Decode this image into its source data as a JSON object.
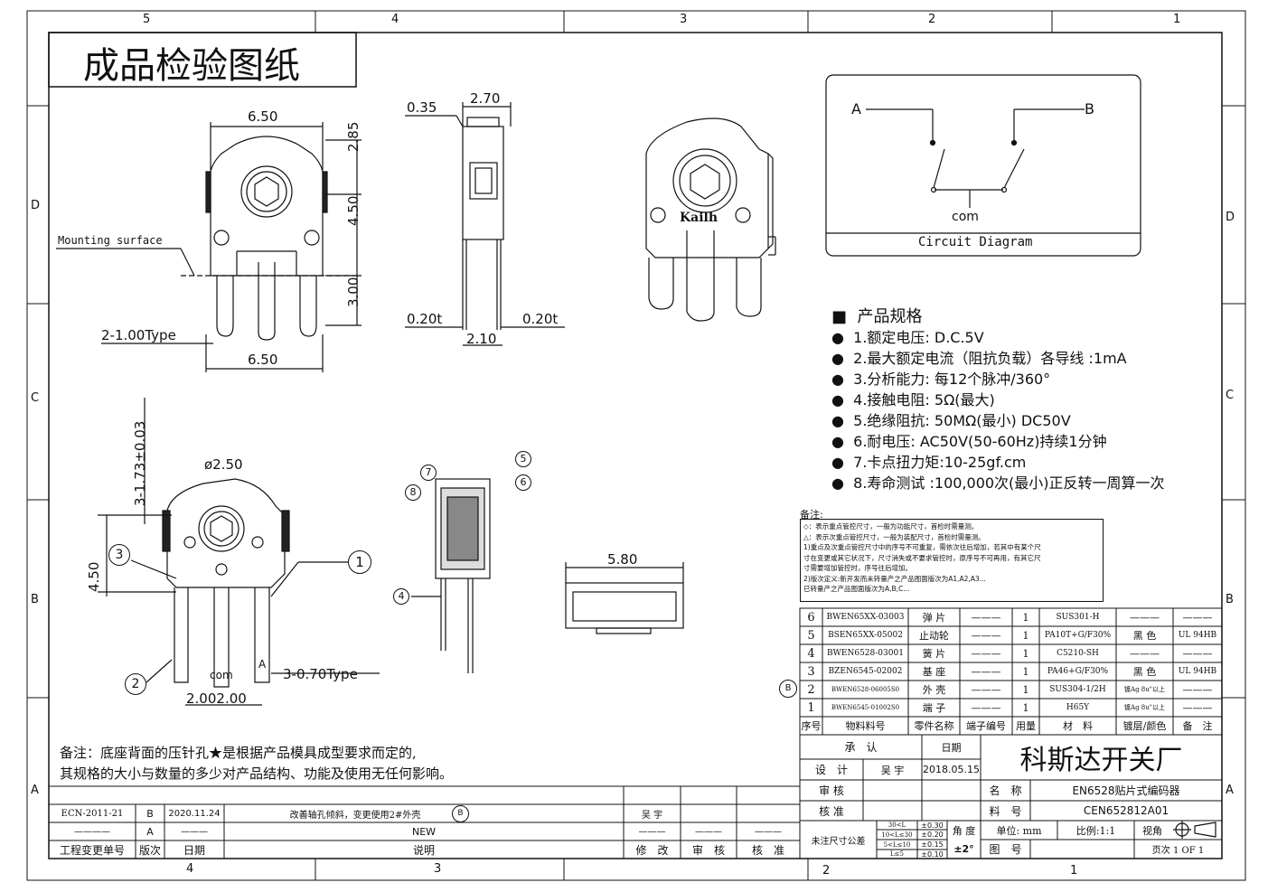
{
  "title": "成品检验图纸",
  "frame": {
    "col_labels": [
      "5",
      "4",
      "3",
      "2",
      "1"
    ],
    "col_labels_bottom": [
      "4",
      "3",
      "2",
      "1"
    ],
    "row_labels": [
      "D",
      "C",
      "B",
      "A"
    ]
  },
  "dimensions": {
    "front": {
      "width_top": "6.50",
      "height_top": "2.85",
      "height_mid": "4.50",
      "height_pins": "3.00",
      "pin_type": "2-1.00Type",
      "width_bottom": "6.50",
      "mounting": "Mounting surface"
    },
    "side": {
      "t1": "0.35",
      "w1": "2.70",
      "t2": "0.20t",
      "t3": "0.20t",
      "w2": "2.10"
    },
    "iso": {
      "h": "3-1.73±0.03",
      "d": "ø2.50",
      "h2": "4.50",
      "pin_type": "3-0.70Type",
      "w": "2.002.00",
      "com": "com",
      "a": "A"
    },
    "bottom": {
      "w": "5.80"
    },
    "brand": "Kailh"
  },
  "callouts": [
    "1",
    "2",
    "3",
    "4",
    "5",
    "6",
    "7",
    "8"
  ],
  "circuit": {
    "a": "A",
    "b": "B",
    "com": "com",
    "caption": "Circuit Diagram"
  },
  "specs": {
    "heading": "产品规格",
    "items": [
      "1.额定电压:  D.C.5V",
      "2.最大额定电流（阻抗负载）各导线 :1mA",
      "3.分析能力:  每12个脉冲/360°",
      "4.接触电阻:  5Ω(最大)",
      "5.绝缘阻抗:  50MΩ(最小) DC50V",
      "6.耐电压:  AC50V(50-60Hz)持续1分钟",
      "7.卡点扭力矩:10-25gf.cm",
      "8.寿命测试 :100,000次(最小)正反转一周算一次"
    ]
  },
  "notes": {
    "label": "备注:",
    "line1": "◇：表示重点管控尺寸，一般为功能尺寸，首检时需量测。",
    "line2": "△：表示次重点管控尺寸，一般为装配尺寸，首检时需量测。",
    "line3": "1)重点及次重点管控尺寸中的序号不可重复，需依次往后增加，若其中有某个尺",
    "line4": "寸在变更或其它状况下，尺寸消失或不要求管控时，原序号不可再用，有其它尺",
    "line5": "寸需要增加管控时，序号往后增加。",
    "line6": "2)版次定义:新开发而未转量产之产品图面版次为A1,A2,A3...",
    "line7": "已转量产之产品图面版次为A,B,C..."
  },
  "bom": {
    "headers": [
      "序号",
      "物料料号",
      "零件名称",
      "端子编号",
      "用量",
      "材　料",
      "镀层/颜色",
      "备　注"
    ],
    "rows": [
      {
        "no": "6",
        "part": "BWEN65XX-03003",
        "name": "弹 片",
        "term": "———",
        "qty": "1",
        "mat": "SUS301-H",
        "color": "———",
        "note": "———"
      },
      {
        "no": "5",
        "part": "BSEN65XX-05002",
        "name": "止动轮",
        "term": "———",
        "qty": "1",
        "mat": "PA10T+G/F30%",
        "color": "黑 色",
        "note": "UL 94HB"
      },
      {
        "no": "4",
        "part": "BWEN6528-03001",
        "name": "簧 片",
        "term": "———",
        "qty": "1",
        "mat": "C5210-SH",
        "color": "———",
        "note": "———"
      },
      {
        "no": "3",
        "part": "BZEN6545-02002",
        "name": "基 座",
        "term": "———",
        "qty": "1",
        "mat": "PA46+G/F30%",
        "color": "黑 色",
        "note": "UL 94HB"
      },
      {
        "no": "2",
        "part": "BWEN6528-06005S0",
        "name": "外 壳",
        "term": "———",
        "qty": "1",
        "mat": "SUS304-1/2H",
        "color": "镀Ag 8u\"以上",
        "note": "———"
      },
      {
        "no": "1",
        "part": "BWEN6545-01002S0",
        "name": "端 子",
        "term": "———",
        "qty": "1",
        "mat": "H65Y",
        "color": "镀Ag 8u\"以上",
        "note": "———"
      }
    ],
    "rev_mark": "B"
  },
  "bottom_note": {
    "line1": "备注：底座背面的压针孔★是根据产品模具成型要求而定的,",
    "line2": "其规格的大小与数量的多少对产品结构、功能及使用无任何影响。"
  },
  "title_block": {
    "approve": "承　认",
    "date_label": "日期",
    "design": "设　计",
    "designer": "吴 宇",
    "design_date": "2018.05.15",
    "review": "审 核",
    "approve2": "核 准",
    "company": "科斯达开关厂",
    "name_label": "名　称",
    "name": "EN6528贴片式编码器",
    "code_label": "料　号",
    "code": "CEN652812A01",
    "tol_label": "未注尺寸公差",
    "tol_ranges": [
      "30<L",
      "10<L≤30",
      "5<L≤10",
      "L≤5"
    ],
    "tol_values": [
      "±0.30",
      "±0.20",
      "±0.15",
      "±0.10"
    ],
    "angle_label": "角 度",
    "angle": "±2°",
    "unit": "单位: mm",
    "scale": "比例:1:1",
    "view": "视角",
    "drawing_label": "图　号",
    "page": "页次 1 OF 1"
  },
  "change_log": {
    "rows": [
      {
        "ecn": "ECN-2011-21",
        "rev": "B",
        "date": "2020.11.24",
        "desc": "改善轴孔倾斜，变更使用2#外壳",
        "by": "吴 宇",
        "check": "",
        "approve": ""
      },
      {
        "ecn": "————",
        "rev": "A",
        "date": "———",
        "desc": "NEW",
        "by": "———",
        "check": "———",
        "approve": "———"
      }
    ],
    "headers": [
      "工程变更单号",
      "版次",
      "日期",
      "说明",
      "修　改",
      "审　核",
      "核　准"
    ]
  }
}
